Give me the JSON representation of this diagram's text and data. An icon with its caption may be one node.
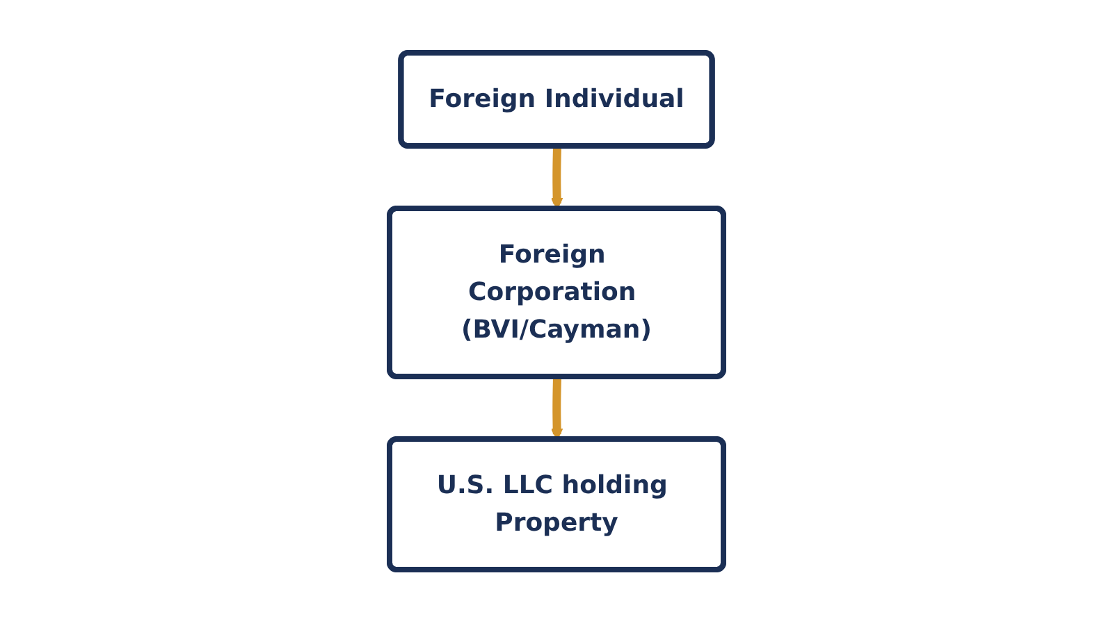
{
  "diagram": {
    "nodes": [
      {
        "text": [
          "Foreign Individual"
        ]
      },
      {
        "text": [
          "Foreign Corporation (BVI/Cayman)"
        ]
      },
      {
        "text": [
          "U.S. LLC holding Property"
        ]
      }
    ],
    "edges": [
      {
        "from": 0,
        "to": 1,
        "arrow": "to"
      },
      {
        "from": 1,
        "to": 2,
        "arrow": "to"
      }
    ]
  }
}
